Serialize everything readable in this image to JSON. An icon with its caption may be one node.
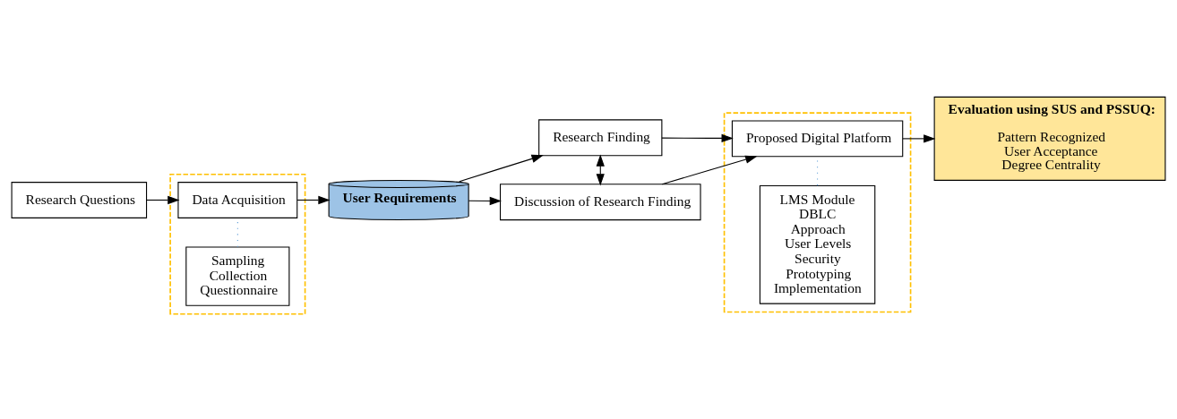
{
  "diagram": {
    "nodes": [
      {
        "text": [
          "Research Questions"
        ]
      },
      {
        "text": [],
        "shape": "box"
      },
      {
        "text": [
          "Sampling",
          "Collection",
          "Questionnaire"
        ],
        "in": 1
      },
      {
        "text": [
          "Data Acquisition"
        ],
        "in": 1
      },
      {
        "text": [
          "User Requirements"
        ]
      },
      {
        "text": [
          "Research Finding"
        ]
      },
      {
        "text": [
          "Discussion of Research Finding"
        ]
      },
      {
        "text": [],
        "shape": "box"
      },
      {
        "text": [
          "LMS Module",
          "DBLC",
          "Approach",
          "User Levels",
          "Security",
          "Prototyping",
          "Implementation"
        ],
        "in": 7
      },
      {
        "text": [
          "Proposed Digital Platform"
        ],
        "in": 7
      },
      {
        "text": [
          "Evaluation using SUS and PSSUQ:",
          "Pattern Recognized",
          "User Acceptance",
          "Degree Centrality"
        ]
      }
    ],
    "edges": [
      {
        "from": 0,
        "to": 3,
        "arrow": "to"
      },
      {
        "from": 2,
        "to": 3,
        "arrow": "none",
        "style": "dashed",
        "color": "#5b9bd5"
      },
      {
        "from": 3,
        "to": 4,
        "arrow": "to"
      },
      {
        "from": 4,
        "to": 5,
        "arrow": "to"
      },
      {
        "from": 4,
        "to": 6,
        "arrow": "to"
      },
      {
        "from": 5,
        "to": 6,
        "arrow": "both"
      },
      {
        "from": 5,
        "to": 9,
        "arrow": "to"
      },
      {
        "from": 6,
        "to": 9,
        "arrow": "to"
      },
      {
        "from": 8,
        "to": 9,
        "arrow": "none",
        "style": "dashed",
        "color": "#5b9bd5"
      },
      {
        "from": 9,
        "to": 10,
        "arrow": "to"
      }
    ]
  }
}
